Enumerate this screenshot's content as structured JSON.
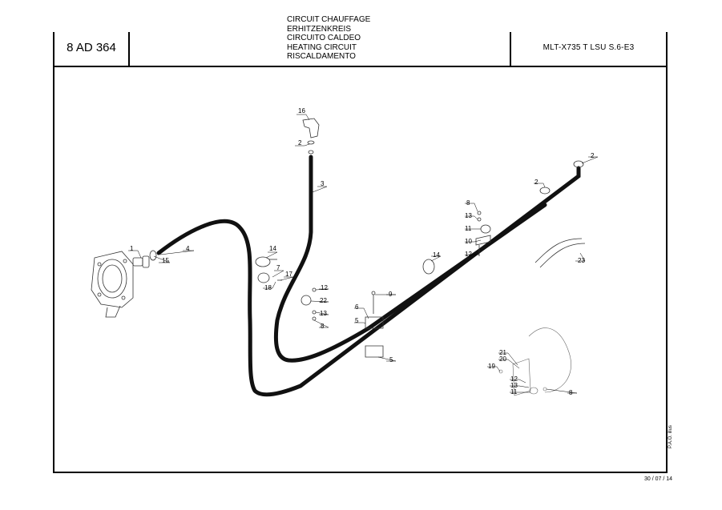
{
  "header": {
    "reference": "8 AD 364",
    "titles": [
      "CIRCUIT CHAUFFAGE",
      "ERHITZENKREIS",
      "CIRCUITO CALDEO",
      "HEATING CIRCUIT",
      "RISCALDAMENTO"
    ],
    "model": "MLT-X735 T LSU  S.6-E3"
  },
  "footer": {
    "date": "30 / 07 / 14",
    "credit": "P.A.O. illus"
  },
  "callouts": {
    "c1": "1",
    "c15": "15",
    "c4": "4",
    "c16": "16",
    "c2a": "2",
    "c3": "3",
    "c14a": "14",
    "c7": "7",
    "c17": "17",
    "c18": "18",
    "c12a": "12",
    "c22": "22",
    "c13a": "13",
    "c8a": "8",
    "c9": "9",
    "c6": "6",
    "c5a": "5",
    "c5b": "5",
    "c8b": "8",
    "c13b": "13",
    "c11a": "11",
    "c10": "10",
    "c12b": "12",
    "c14b": "14",
    "c2b": "2",
    "c2c": "2",
    "c23": "23",
    "c21": "21",
    "c20": "20",
    "c19": "19",
    "c12c": "12",
    "c13c": "13",
    "c11b": "11",
    "c8c": "8"
  }
}
